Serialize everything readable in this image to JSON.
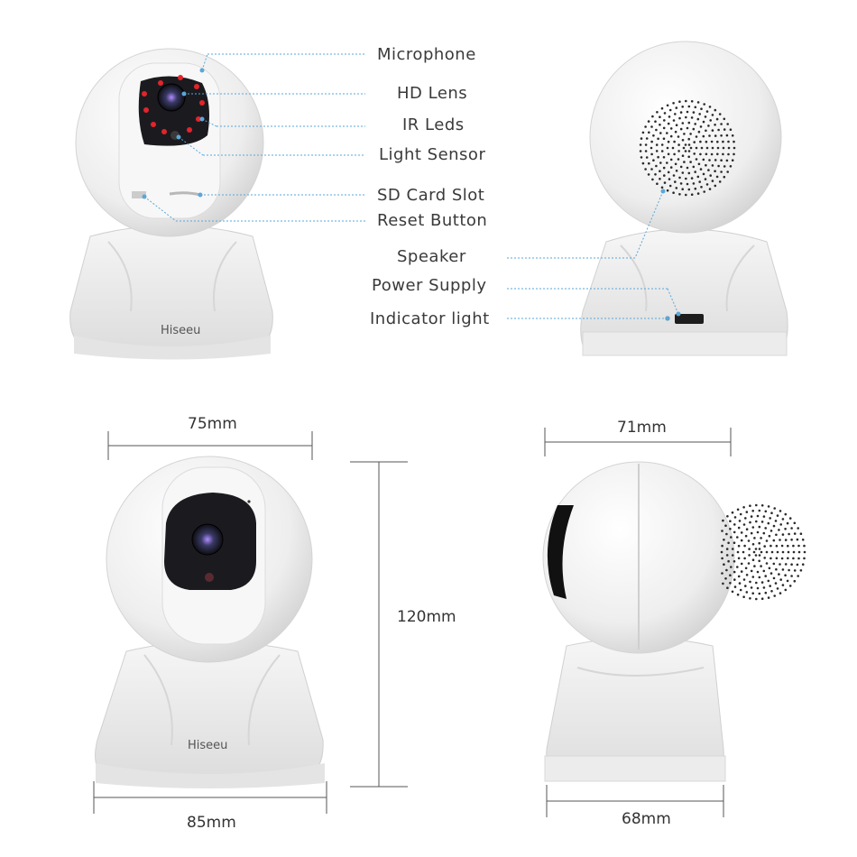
{
  "callouts": {
    "microphone": "Microphone",
    "hd_lens": "HD Lens",
    "ir_leds": "IR Leds",
    "light_sensor": "Light Sensor",
    "sd_card_slot": "SD Card Slot",
    "reset_button": "Reset Button",
    "speaker": "Speaker",
    "power_supply": "Power Supply",
    "indicator_light": "Indicator light"
  },
  "dimensions": {
    "front_width": "75mm",
    "base_width": "85mm",
    "height": "120mm",
    "side_width": "71mm",
    "side_base_width": "68mm"
  },
  "brand": "Hiseeu",
  "colors": {
    "leader_line": "#5aa7d8",
    "ir_led": "#e3242b",
    "body": "#f4f4f4",
    "dimension_line": "#555555"
  }
}
